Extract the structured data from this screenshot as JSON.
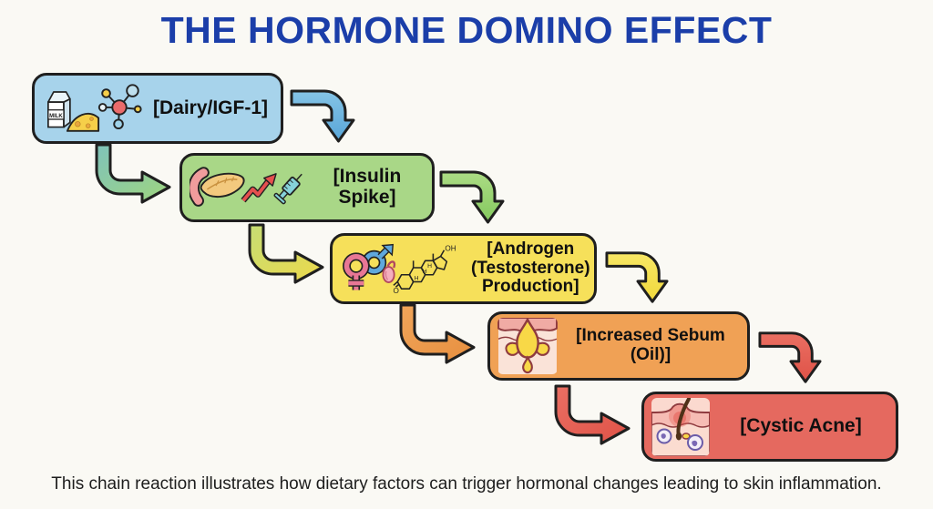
{
  "title": "THE HORMONE DOMINO EFFECT",
  "caption": "This chain reaction illustrates how dietary factors can trigger hormonal changes leading to skin inflammation.",
  "palette": {
    "background": "#faf9f4",
    "title_color": "#1b3ea9",
    "box_border": "#1f1f1f",
    "dairy_box": "#a7d3eb",
    "insulin_box": "#a9d787",
    "androgen_box": "#f6e05a",
    "sebum_box": "#f0a155",
    "acne_box": "#e5695f"
  },
  "flow": {
    "steps": [
      {
        "label": "[Dairy/IGF-1]",
        "color": "#a7d3eb",
        "icons": [
          "milk-carton-icon",
          "cheese-icon",
          "igf1-molecule-icon"
        ]
      },
      {
        "label": "[Insulin Spike]",
        "color": "#a9d787",
        "icons": [
          "pancreas-icon",
          "spike-trend-arrow-icon",
          "syringe-icon"
        ]
      },
      {
        "label": "[Androgen (Testosterone) Production]",
        "label_lines": [
          "[Androgen",
          "(Testosterone)",
          "Production]"
        ],
        "color": "#f6e05a",
        "icons": [
          "gender-symbols-icon",
          "testis-icon",
          "testosterone-molecule-icon"
        ]
      },
      {
        "label": "[Increased Sebum (Oil)]",
        "color": "#f0a155",
        "icons": [
          "sebaceous-gland-icon"
        ]
      },
      {
        "label": "[Cystic Acne]",
        "color": "#e5695f",
        "icons": [
          "inflamed-follicle-icon"
        ]
      }
    ],
    "arrows": [
      {
        "from": "[Dairy/IGF-1]",
        "to": "[Insulin Spike]",
        "shape": "right-hook-down",
        "color": "#6fb4dc"
      },
      {
        "from": "[Dairy/IGF-1]",
        "to": "[Insulin Spike]",
        "shape": "down-hook-right",
        "color": "#8fc7a0"
      },
      {
        "from": "[Insulin Spike]",
        "to": "[Androgen (Testosterone) Production]",
        "shape": "right-hook-down",
        "color": "#98d06f"
      },
      {
        "from": "[Insulin Spike]",
        "to": "[Androgen (Testosterone) Production]",
        "shape": "down-hook-right",
        "color": "#d8db5f"
      },
      {
        "from": "[Androgen (Testosterone) Production]",
        "to": "[Increased Sebum (Oil)]",
        "shape": "right-hook-down",
        "color": "#f4e050"
      },
      {
        "from": "[Androgen (Testosterone) Production]",
        "to": "[Increased Sebum (Oil)]",
        "shape": "down-hook-right",
        "color": "#ec9b4d"
      },
      {
        "from": "[Increased Sebum (Oil)]",
        "to": "[Cystic Acne]",
        "shape": "right-hook-down",
        "color": "#e4584e"
      },
      {
        "from": "[Increased Sebum (Oil)]",
        "to": "[Cystic Acne]",
        "shape": "down-hook-right",
        "color": "#e4584e"
      }
    ]
  },
  "icons": {
    "milk-carton-icon": "milk carton",
    "cheese-icon": "cheese wedge",
    "igf1-molecule-icon": "molecule diagram",
    "pancreas-icon": "pancreas organ",
    "spike-trend-arrow-icon": "rising zigzag arrow",
    "syringe-icon": "insulin syringe",
    "gender-symbols-icon": "interlocked female and male symbols",
    "testis-icon": "testis",
    "testosterone-molecule-icon": "testosterone skeletal formula",
    "sebaceous-gland-icon": "sebaceous gland with oil droplet",
    "inflamed-follicle-icon": "inflamed hair follicle with bacteria"
  },
  "icon_text": {
    "milk": "MILK",
    "oh": "OH",
    "h": "H",
    "o": "O"
  }
}
